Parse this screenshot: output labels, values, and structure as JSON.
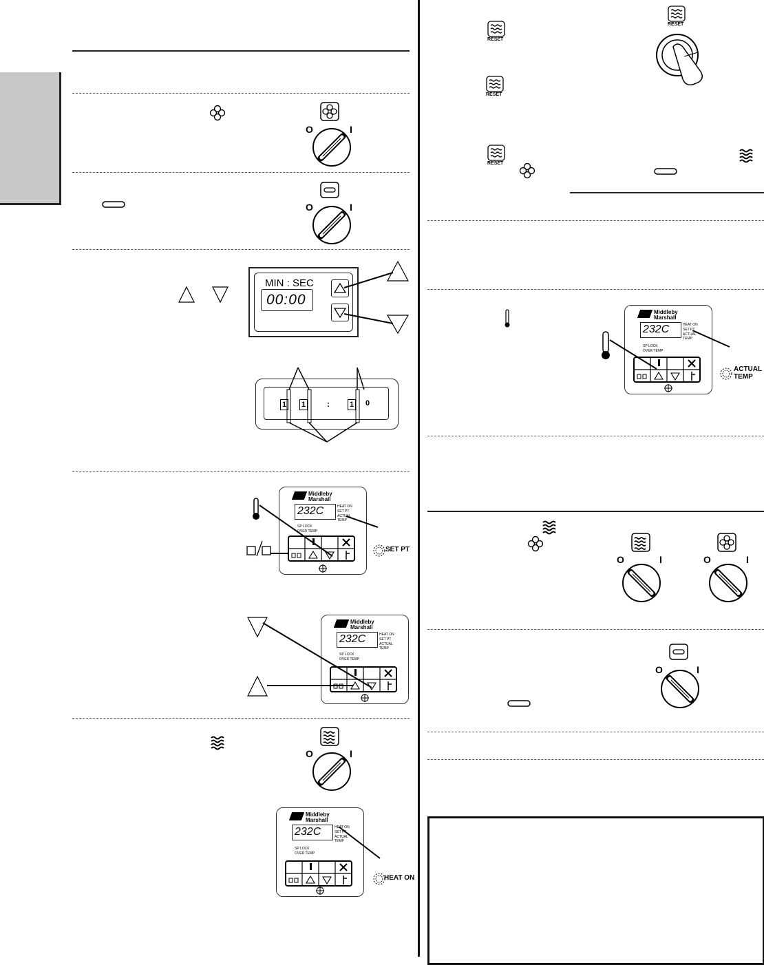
{
  "icons": {
    "fan": "fan-icon",
    "conveyor": "conveyor-icon",
    "heat": "heat-icon",
    "thermometer": "thermometer-icon",
    "lock": "lock-icon",
    "wrench": "wrench-icon",
    "up_arrow": "up-arrow-icon",
    "down_arrow": "down-arrow-icon"
  },
  "switch_labels": {
    "off": "O",
    "on": "I"
  },
  "reset": {
    "label": "RESET"
  },
  "timer": {
    "title": "MIN : SEC",
    "display": "00:00"
  },
  "thumbwheel": {
    "digits": [
      "1",
      "1",
      ":",
      "1",
      "0"
    ]
  },
  "controller": {
    "brand_line1": "Middleby",
    "brand_line2": "Marshall",
    "display": "232C",
    "leds": [
      "HEAT ON",
      "SET PT",
      "ACTUAL TEMP"
    ],
    "lower_leds": [
      "SP LOCK",
      "OVER TEMP"
    ]
  },
  "indicators": {
    "set_pt": "SET PT",
    "actual_temp": "ACTUAL TEMP",
    "heat_on": "HEAT ON"
  }
}
